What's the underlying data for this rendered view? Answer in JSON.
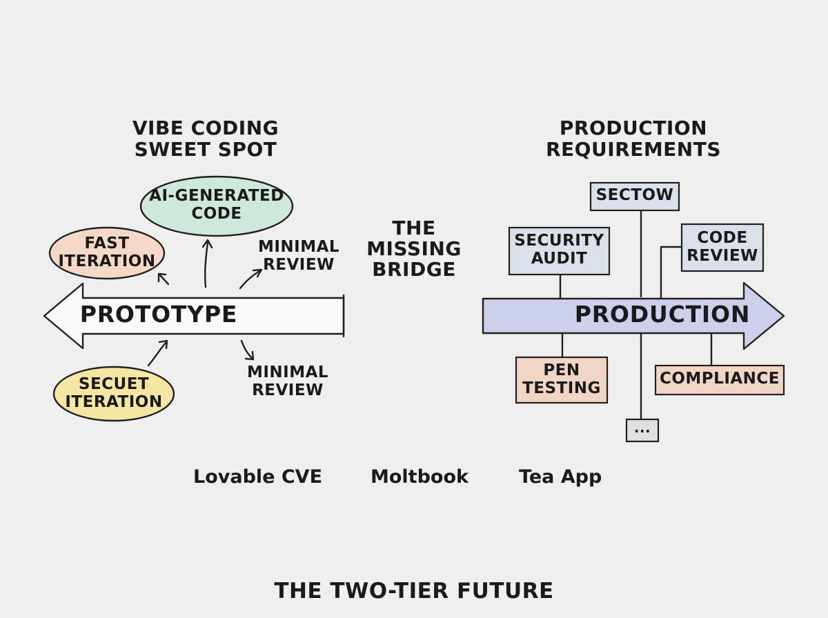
{
  "colors": {
    "background": "#efefef",
    "stroke": "#1f1f1f",
    "ai_generated_code": "#cfe8dc",
    "fast_iteration": "#f6d8c8",
    "secuet_iteration": "#f5e6a3",
    "production_arrow": "#ccd0ea",
    "requirement_box": "#dbe1ea",
    "pen_testing": "#f1d6c6",
    "compliance": "#f1d6c6",
    "ellipsis_box": "#e0e0e0"
  },
  "left": {
    "title": "VIBE CODING\nSWEET SPOT",
    "arrow_label": "PROTOTYPE",
    "nodes": {
      "ai_generated_code": "AI-GENERATED\nCODE",
      "fast_iteration": "FAST\nITERATION",
      "minimal_review_top": "MINIMAL\nREVIEW",
      "minimal_review_bottom": "MINIMAL\nREVIEW",
      "secuet_iteration": "SECUET\nITERATION"
    }
  },
  "middle": {
    "label": "THE\nMISSING\nBRIDGE"
  },
  "right": {
    "title": "PRODUCTION\nREQUIREMENTS",
    "arrow_label": "PRODUCTION",
    "nodes": {
      "sectow": "SECTOW",
      "security_audit": "SECURITY\nAUDIT",
      "code_review": "CODE\nREVIEW",
      "pen_testing": "PEN\nTESTING",
      "compliance": "COMPLIANCE",
      "ellipsis": "..."
    }
  },
  "examples": [
    "Lovable CVE",
    "Moltbook",
    "Tea App"
  ],
  "footer": {
    "caption": "THE TWO-TIER FUTURE"
  }
}
